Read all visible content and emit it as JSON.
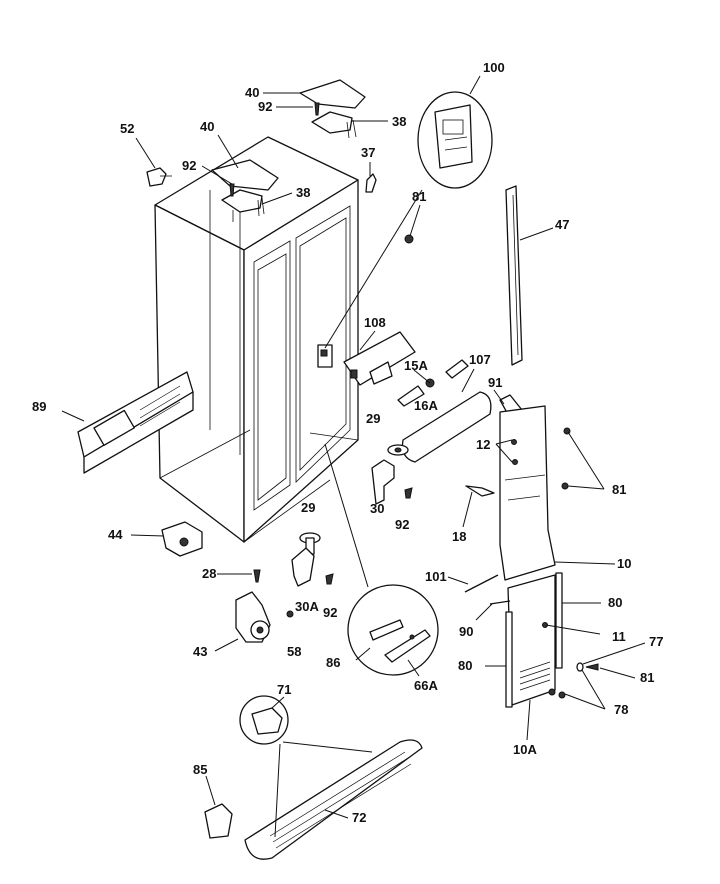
{
  "diagram": {
    "callouts": {
      "c100": "100",
      "c40a": "40",
      "c92a": "92",
      "c38a": "38",
      "c52": "52",
      "c40b": "40",
      "c92b": "92",
      "c38b": "38",
      "c37": "37",
      "c81a": "81",
      "c47": "47",
      "c108": "108",
      "c15a": "15A",
      "c107": "107",
      "c16a": "16A",
      "c91": "91",
      "c89": "89",
      "c29a": "29",
      "c12": "12",
      "c81b": "81",
      "c30": "30",
      "c92c": "92",
      "c18": "18",
      "c44": "44",
      "c29b": "29",
      "c10": "10",
      "c28": "28",
      "c101": "101",
      "c80a": "80",
      "c30a": "30A",
      "c92d": "92",
      "c90": "90",
      "c11": "11",
      "c77": "77",
      "c43": "43",
      "c58": "58",
      "c86": "86",
      "c80b": "80",
      "c81c": "81",
      "c66a": "66A",
      "c78": "78",
      "c71": "71",
      "c10a": "10A",
      "c85": "85",
      "c72": "72"
    }
  }
}
